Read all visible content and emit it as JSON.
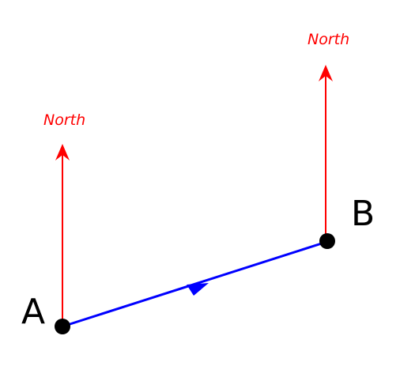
{
  "colors": {
    "north": "#ff0000",
    "path": "#0000ff",
    "point": "#000000",
    "label": "#000000"
  },
  "north_arrows": [
    {
      "label": "North"
    },
    {
      "label": "North"
    }
  ],
  "points": [
    {
      "label": "A"
    },
    {
      "label": "B"
    }
  ]
}
